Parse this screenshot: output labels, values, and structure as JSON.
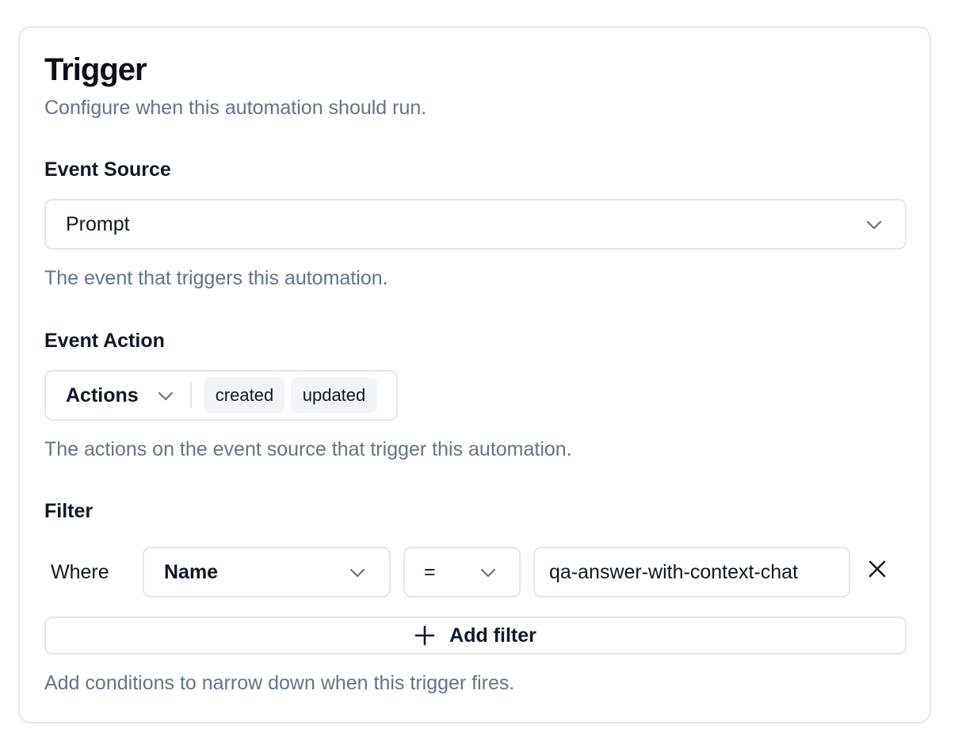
{
  "trigger": {
    "title": "Trigger",
    "subtitle": "Configure when this automation should run."
  },
  "event_source": {
    "label": "Event Source",
    "value": "Prompt",
    "help": "The event that triggers this automation."
  },
  "event_action": {
    "label": "Event Action",
    "select_label": "Actions",
    "tags": [
      "created",
      "updated"
    ],
    "help": "The actions on the event source that trigger this automation."
  },
  "filter": {
    "label": "Filter",
    "where_label": "Where",
    "field_value": "Name",
    "operator_value": "=",
    "input_value": "qa-answer-with-context-chat",
    "add_label": "Add filter",
    "help": "Add conditions to narrow down when this trigger fires."
  },
  "icons": {
    "chevron": "chevron-down-icon",
    "close": "close-icon",
    "plus": "plus-icon"
  },
  "colors": {
    "muted_text": "#64748b",
    "border": "#e5e7eb",
    "tag_bg": "#f1f5f9"
  }
}
